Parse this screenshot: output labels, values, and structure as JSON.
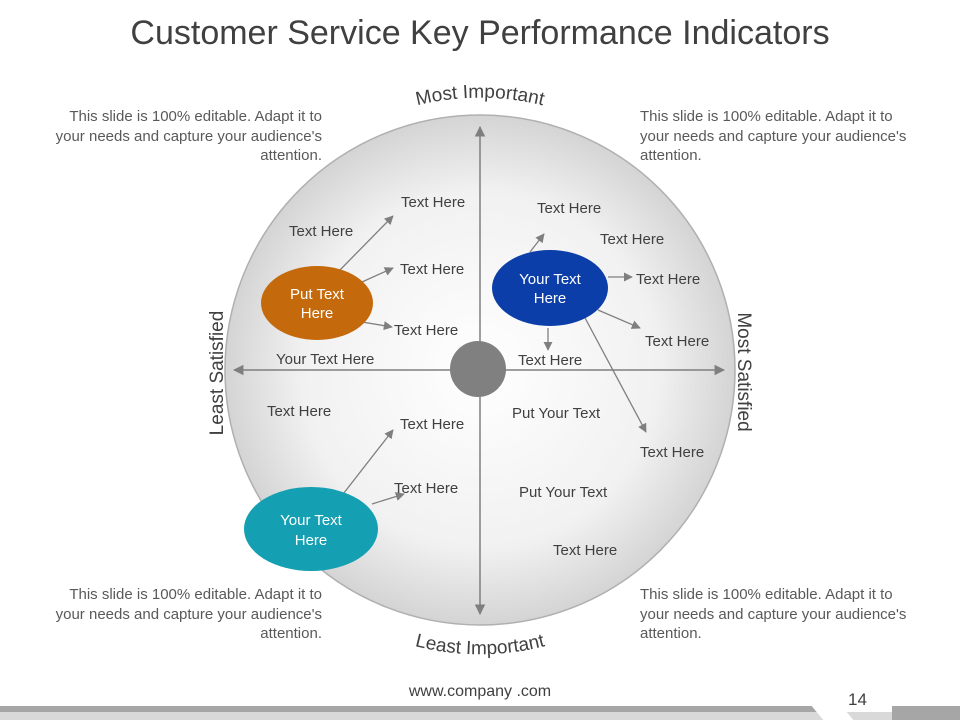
{
  "title": "Customer Service Key Performance Indicators",
  "notes": {
    "top_left": "This slide is 100% editable. Adapt it to your needs and capture your audience's attention.",
    "top_right": "This slide is 100% editable. Adapt it to your needs and capture your audience's attention.",
    "bottom_left": "This slide is 100% editable. Adapt it to your needs and capture your audience's attention.",
    "bottom_right": "This slide is 100% editable. Adapt it to your needs and capture your audience's attention."
  },
  "axes": {
    "top": "Most Important",
    "bottom": "Least Important",
    "left": "Least Satisfied",
    "right": "Most Satisfied"
  },
  "ovals": {
    "orange": {
      "line1": "Put Text",
      "line2": "Here",
      "color": "#c56a0c"
    },
    "blue": {
      "line1": "Your Text",
      "line2": "Here",
      "color": "#0b3ea8"
    },
    "teal": {
      "line1": "Your Text",
      "line2": "Here",
      "color": "#14a0b2"
    }
  },
  "labels": {
    "q1_a": "Text Here",
    "q1_b": "Text Here",
    "q1_c": "Text Here",
    "q1_d": "Text Here",
    "q1_e": "Your Text Here",
    "q2_a": "Text Here",
    "q2_b": "Text Here",
    "q2_c": "Text Here",
    "q2_d": "Text Here",
    "q2_e": "Text Here",
    "q2_f": "Text Here",
    "q3_a": "Text Here",
    "q3_b": "Text Here",
    "q3_c": "Text Here",
    "q4_a": "Put Your Text",
    "q4_b": "Put Your Text",
    "q4_c": "Text Here"
  },
  "colors": {
    "arrow": "#7f7f7f",
    "center_dot": "#808080",
    "circle_edge": "#b0b0b0"
  },
  "footer": {
    "url": "www.company .com",
    "page": "14"
  }
}
